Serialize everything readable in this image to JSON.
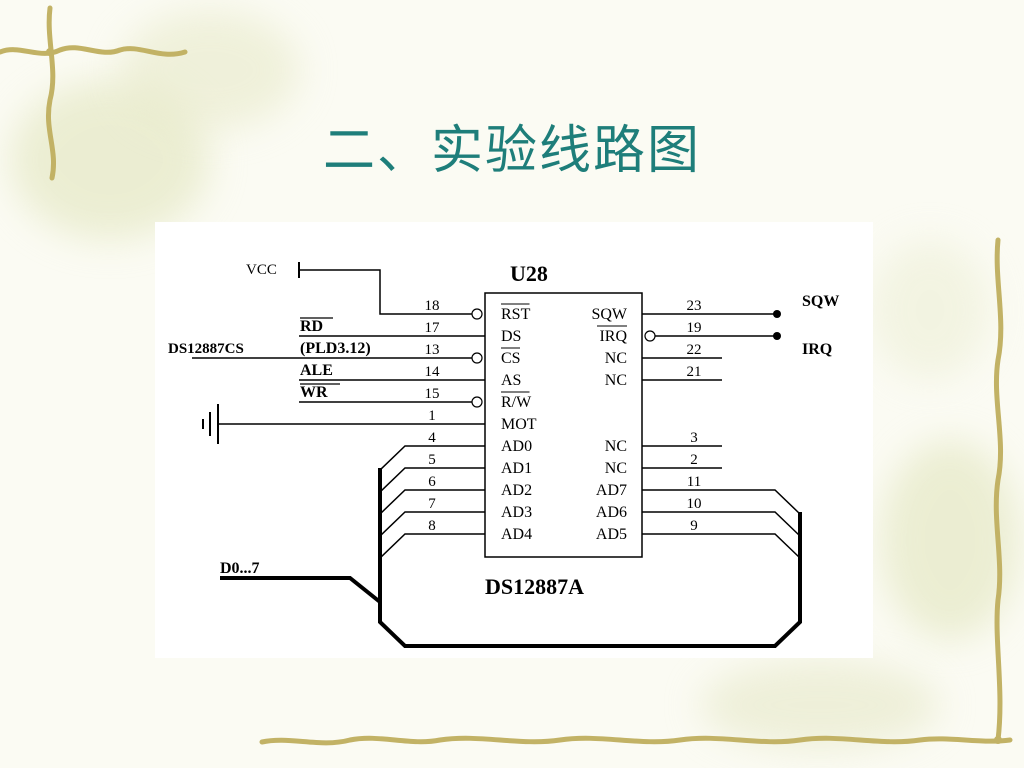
{
  "slide": {
    "title": "二、实验线路图"
  },
  "schematic": {
    "chip_ref": "U28",
    "chip_name": "DS12887A",
    "vcc_label": "VCC",
    "bus_label": "D0...7",
    "left_signals": {
      "rd": "RD",
      "cs_prefix": "DS12887CS",
      "cs_pld": "(PLD3.12)",
      "ale": "ALE",
      "wr": "WR"
    },
    "right_signals": {
      "sqw": "SQW",
      "irq": "IRQ"
    },
    "left_pins": [
      {
        "num": "18",
        "label": "RST"
      },
      {
        "num": "17",
        "label": "DS"
      },
      {
        "num": "13",
        "label": "CS"
      },
      {
        "num": "14",
        "label": "AS"
      },
      {
        "num": "15",
        "label": "R/W"
      },
      {
        "num": "1",
        "label": "MOT"
      },
      {
        "num": "4",
        "label": "AD0"
      },
      {
        "num": "5",
        "label": "AD1"
      },
      {
        "num": "6",
        "label": "AD2"
      },
      {
        "num": "7",
        "label": "AD3"
      },
      {
        "num": "8",
        "label": "AD4"
      }
    ],
    "right_pins": [
      {
        "num": "23",
        "label": "SQW"
      },
      {
        "num": "19",
        "label": "IRQ"
      },
      {
        "num": "22",
        "label": "NC"
      },
      {
        "num": "21",
        "label": "NC"
      },
      {
        "num": "3",
        "label": "NC"
      },
      {
        "num": "2",
        "label": "NC"
      },
      {
        "num": "11",
        "label": "AD7"
      },
      {
        "num": "10",
        "label": "AD6"
      },
      {
        "num": "9",
        "label": "AD5"
      }
    ]
  }
}
